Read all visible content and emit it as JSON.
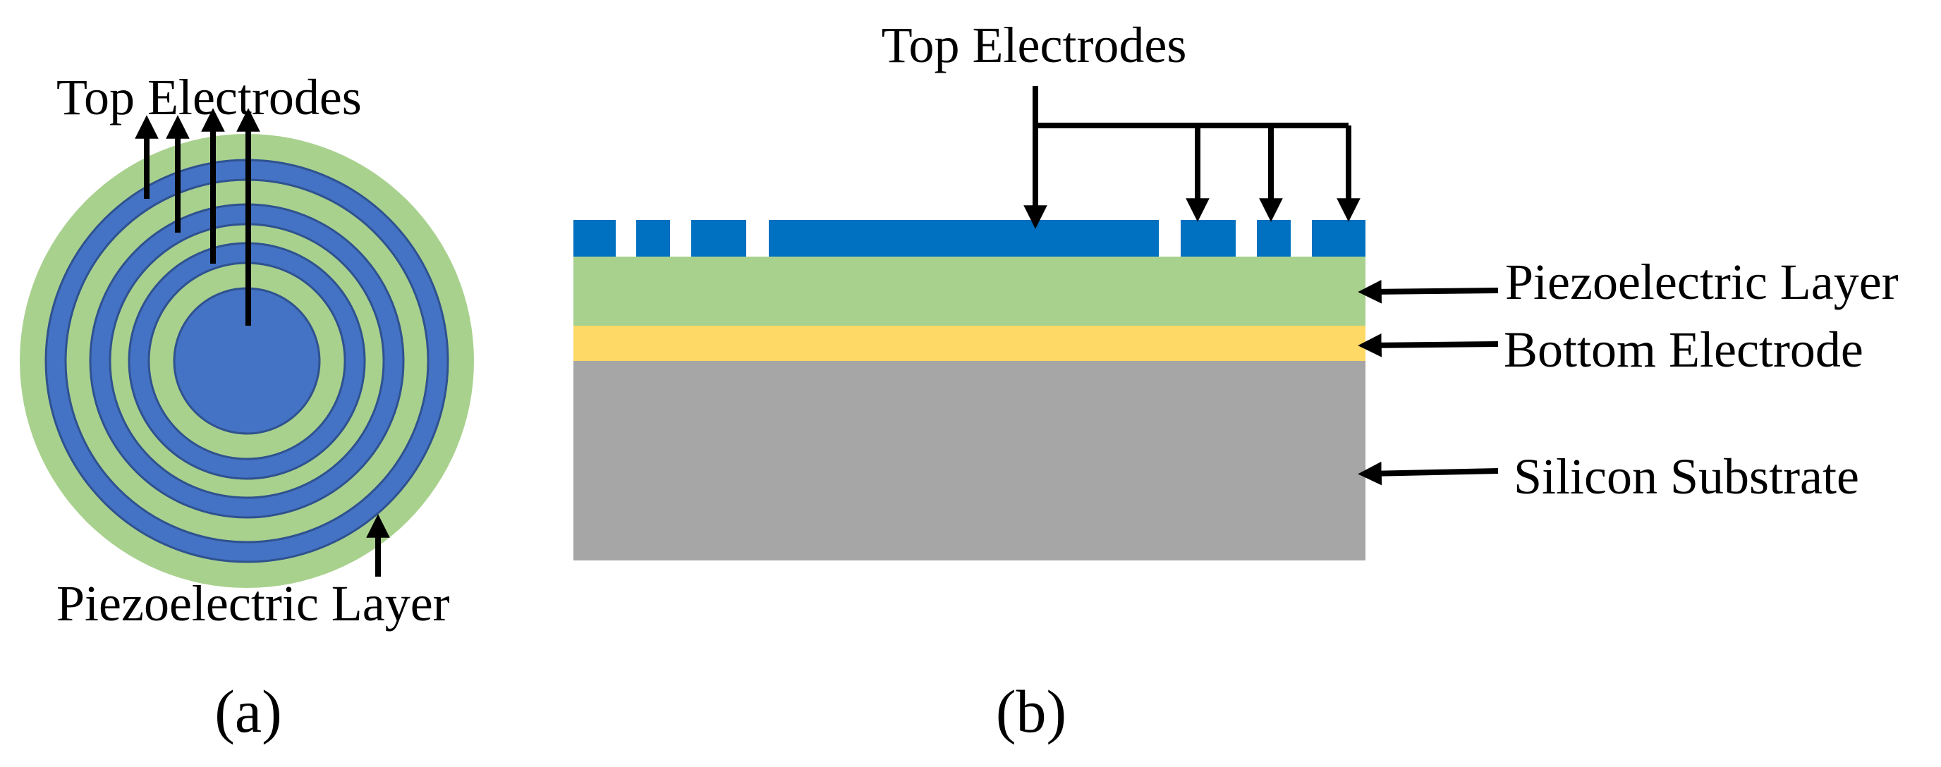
{
  "colors": {
    "electrode": "#0070C0",
    "electrode_ring": "#4472C4",
    "electrode_ring_border": "#2F528F",
    "piezoelectric": "#A9D18E",
    "bottom_electrode": "#FFD966",
    "substrate": "#A6A6A6",
    "arrow": "#000000"
  },
  "panel_a": {
    "top_label": "Top Electrodes",
    "bottom_label": "Piezoelectric Layer",
    "caption": "(a)"
  },
  "panel_b": {
    "top_label": "Top Electrodes",
    "layer_labels": {
      "piezoelectric": "Piezoelectric Layer",
      "bottom_electrode": "Bottom Electrode",
      "substrate": "Silicon Substrate"
    },
    "caption": "(b)"
  }
}
